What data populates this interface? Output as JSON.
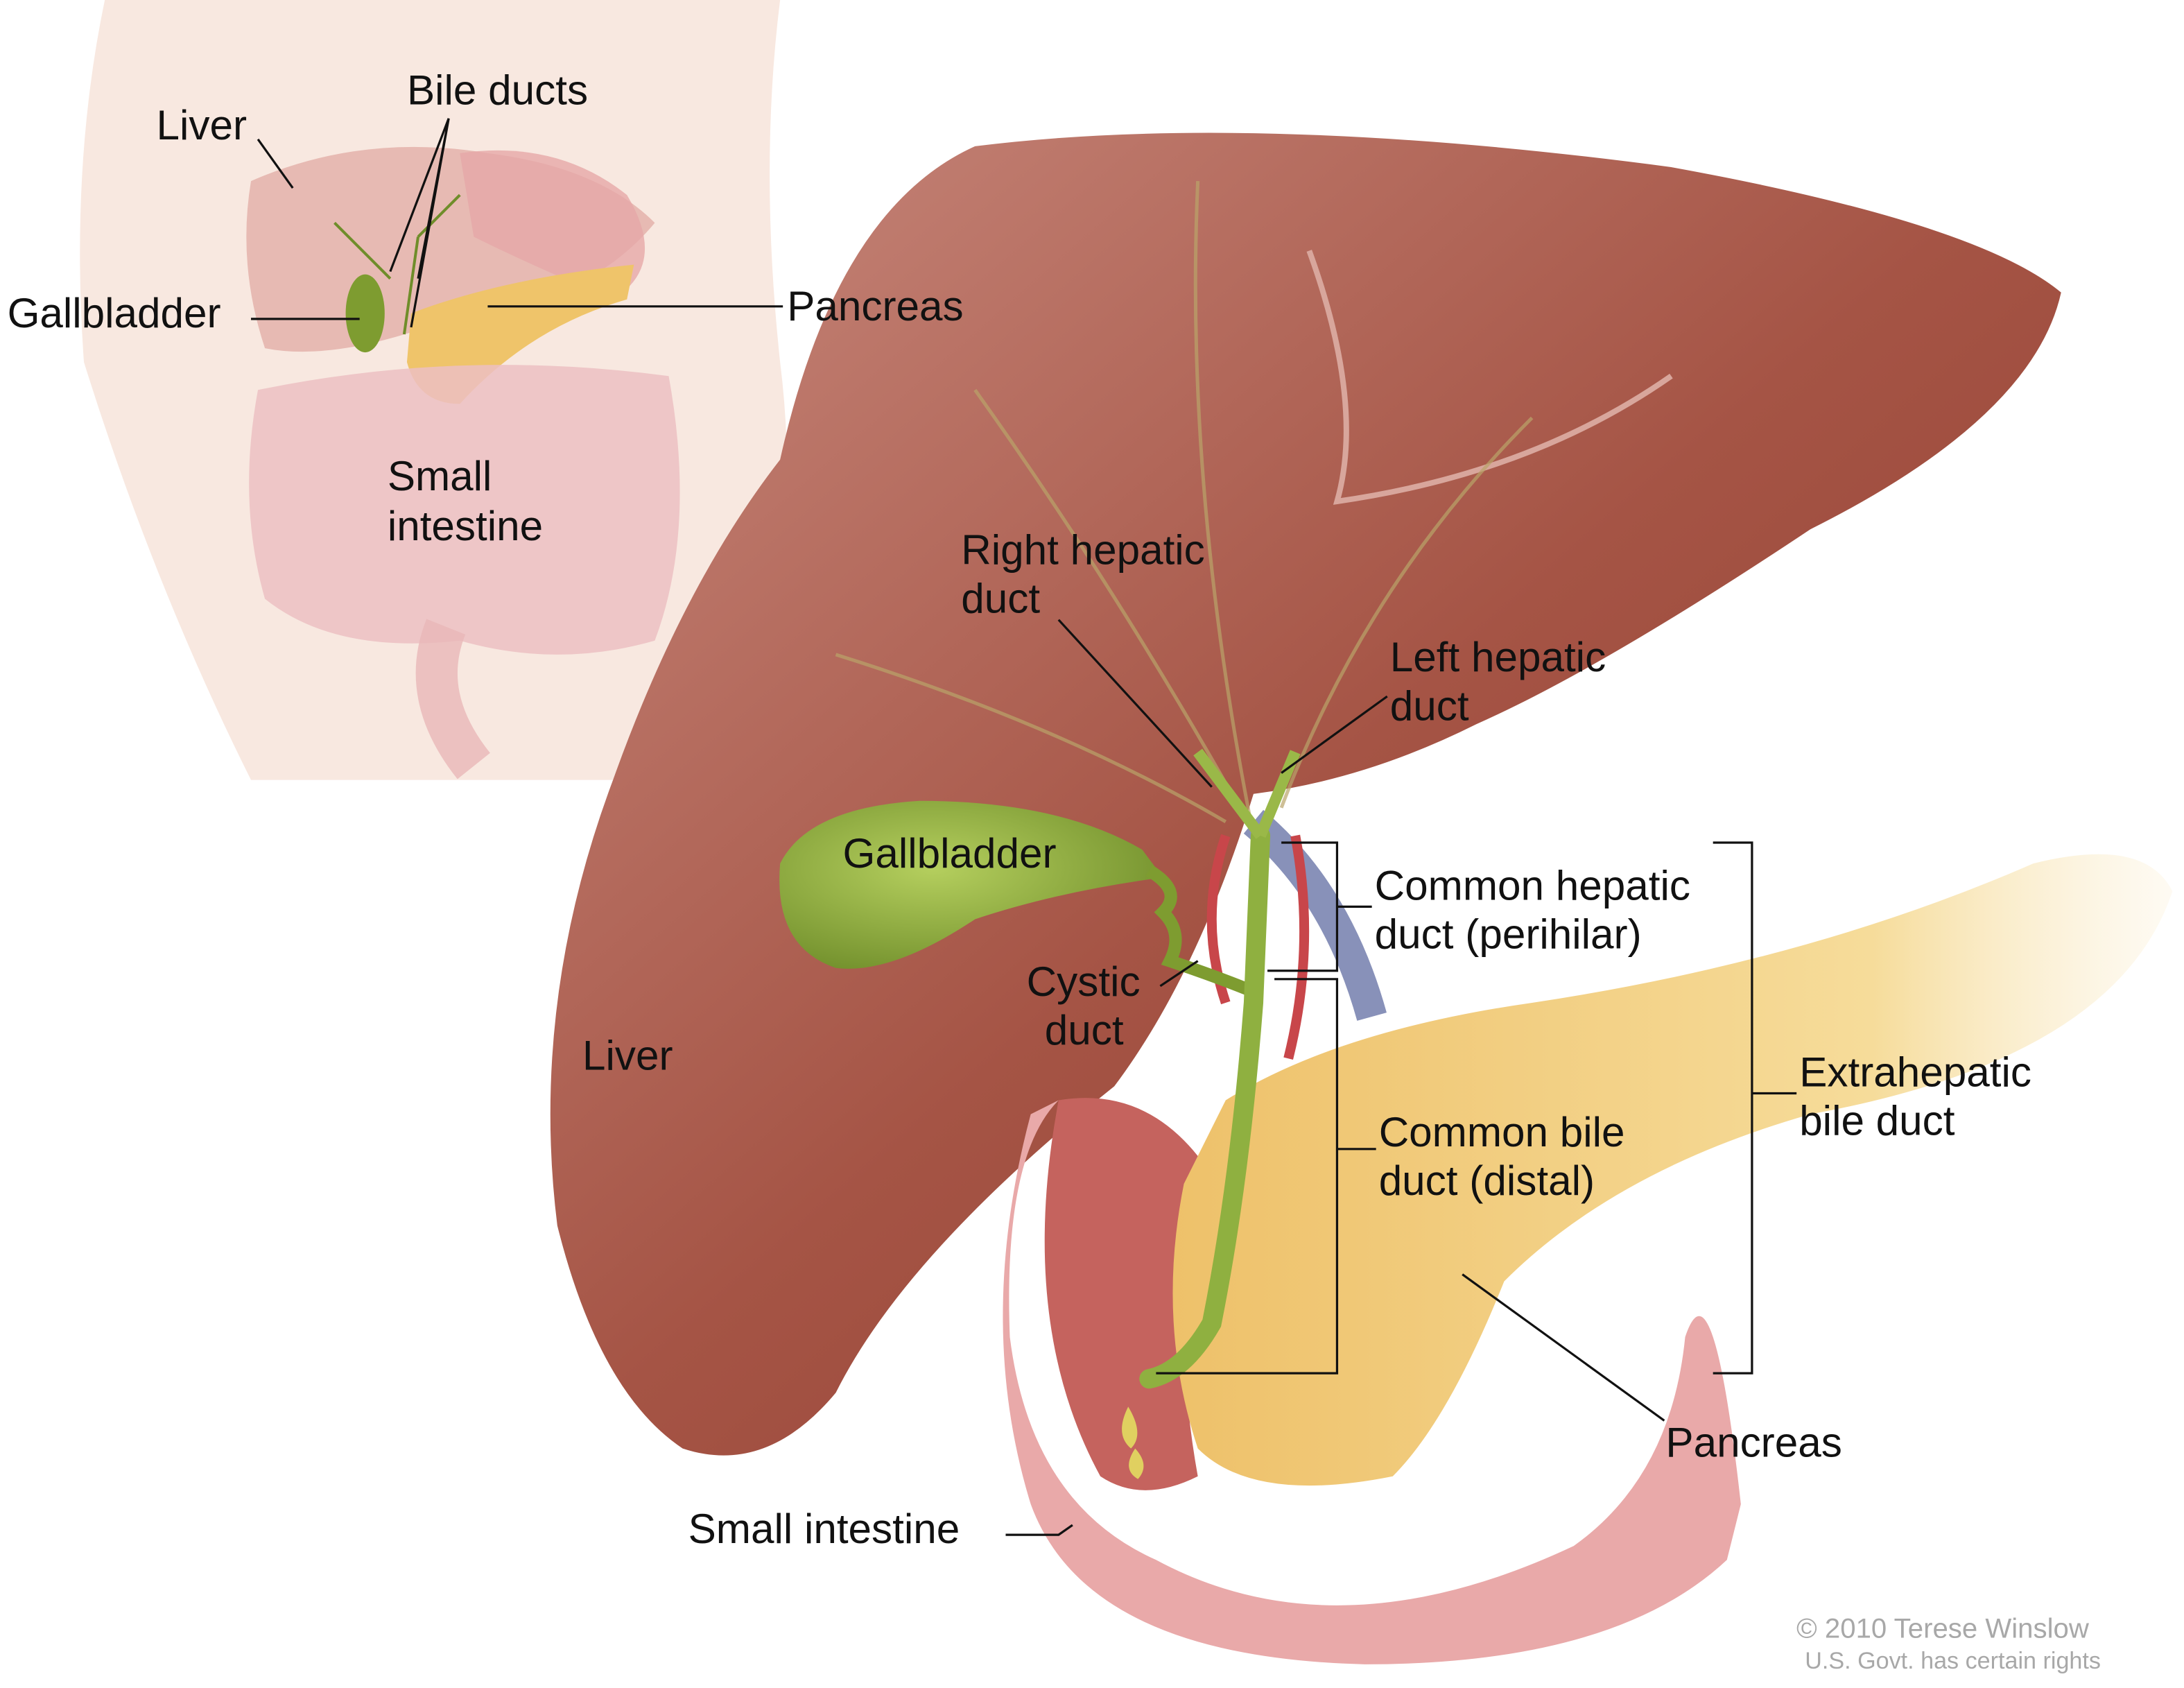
{
  "inset": {
    "labels": {
      "liver": "Liver",
      "bile_ducts": "Bile ducts",
      "gallbladder": "Gallbladder",
      "pancreas": "Pancreas",
      "small_intestine_1": "Small",
      "small_intestine_2": "intestine"
    }
  },
  "main": {
    "labels": {
      "right_hepatic_1": "Right hepatic",
      "right_hepatic_2": "duct",
      "left_hepatic_1": "Left hepatic",
      "left_hepatic_2": "duct",
      "gallbladder": "Gallbladder",
      "common_hepatic_1": "Common hepatic",
      "common_hepatic_2": "duct (perihilar)",
      "cystic_1": "Cystic",
      "cystic_2": "duct",
      "liver": "Liver",
      "extrahepatic_1": "Extrahepatic",
      "extrahepatic_2": "bile duct",
      "common_bile_1": "Common bile",
      "common_bile_2": "duct (distal)",
      "pancreas": "Pancreas",
      "small_intestine": "Small intestine"
    }
  },
  "credit": {
    "line1": "© 2010 Terese Winslow",
    "line2": "U.S. Govt. has certain rights"
  },
  "colors": {
    "liver": "#9c4a3c",
    "gallbladder": "#8fb040",
    "pancreas": "#f2d48a",
    "intestine": "#e8a8a8",
    "skin": "#f6e2d8"
  }
}
